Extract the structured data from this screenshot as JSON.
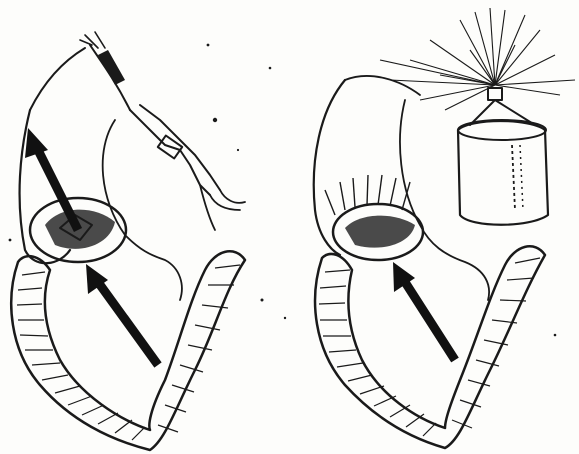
{
  "figure": {
    "panels": [
      {
        "id": "left",
        "subject": "heart-cross-section-with-grasping-instrument"
      },
      {
        "id": "right",
        "subject": "heart-cross-section-with-weight-pulling-valve"
      }
    ],
    "colors": {
      "ink": "#1a1a1a",
      "paper": "#fdfdfb"
    },
    "icon_names": [
      "arrow-up-icon",
      "hand-instrument-icon",
      "weight-cylinder-icon"
    ]
  }
}
